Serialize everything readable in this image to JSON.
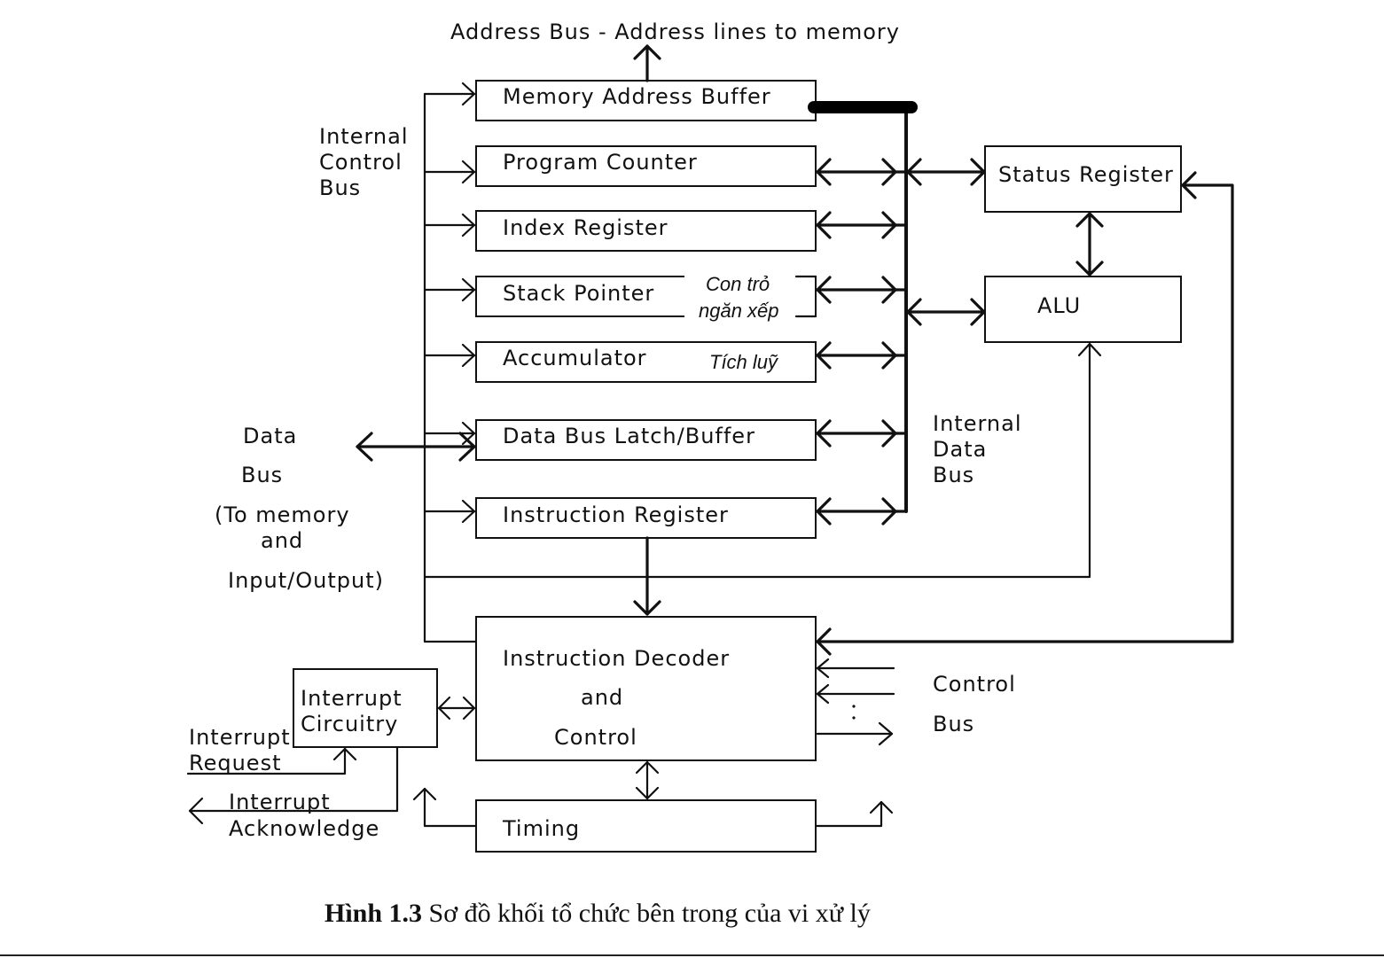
{
  "labels": {
    "address_bus": "Address Bus - Address lines to memory",
    "internal_control_bus": [
      "Internal",
      "Control",
      "Bus"
    ],
    "data_bus": [
      "Data",
      "Bus",
      "(To memory",
      "and",
      "Input/Output)"
    ],
    "internal_data_bus": [
      "Internal",
      "Data",
      "Bus"
    ],
    "control_bus": [
      "Control",
      "Bus"
    ],
    "interrupt_request": [
      "Interrupt",
      "Request"
    ],
    "interrupt_acknowledge": [
      "Interrupt",
      "Acknowledge"
    ]
  },
  "blocks": {
    "mab": "Memory Address Buffer",
    "pc": "Program Counter",
    "ir_index": "Index Register",
    "sp": "Stack Pointer",
    "sp_note": [
      "Con trỏ",
      "ngăn xếp"
    ],
    "acc": "Accumulator",
    "acc_note": "Tích luỹ",
    "dbl": "Data Bus Latch/Buffer",
    "instr": "Instruction Register",
    "decoder": [
      "Instruction Decoder",
      "and",
      "Control"
    ],
    "timing": "Timing",
    "interrupt": [
      "Interrupt",
      "Circuitry"
    ],
    "status": "Status Register",
    "alu": "ALU"
  },
  "caption": {
    "bold": "Hình 1.3",
    "text": " Sơ đồ khối tổ chức bên trong của vi xử lý"
  }
}
